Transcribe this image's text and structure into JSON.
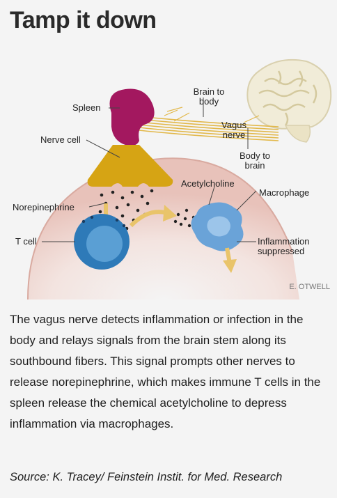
{
  "title": "Tamp it down",
  "labels": {
    "spleen": "Spleen",
    "brain_to_body": "Brain to\nbody",
    "vagus_nerve": "Vagus\nnerve",
    "body_to_brain": "Body to\nbrain",
    "nerve_cell": "Nerve cell",
    "acetylcholine": "Acetylcholine",
    "macrophage": "Macrophage",
    "norepinephrine": "Norepinephrine",
    "t_cell": "T cell",
    "inflammation_suppressed": "Inflammation\nsuppressed"
  },
  "credit": "E. OTWELL",
  "caption": "The vagus nerve detects inflammation or infection in the body and relays signals from the brain stem along its southbound fibers. This signal prompts other nerves to release norepinephrine, which makes immune T cells in the spleen release the chemical acetylcholine to depress inflammation via macrophages.",
  "source": "Source: K. Tracey/ Feinstein Instit. for Med. Research",
  "colors": {
    "spleen": "#a3185f",
    "nerve_cell": "#d6a414",
    "t_cell": "#2e7ab8",
    "macrophage": "#6aa3d8",
    "arrow": "#e9c46a",
    "dome": "#f1d6d0"
  }
}
